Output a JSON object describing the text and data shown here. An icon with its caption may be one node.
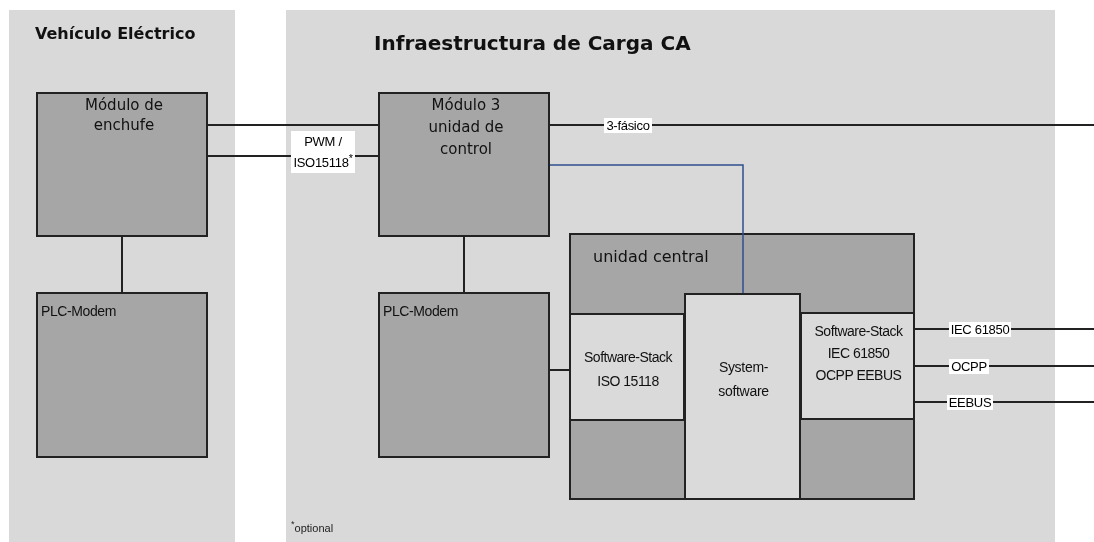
{
  "diagram": {
    "nodes": [
      {
        "text": [
          "Vehículo Eléctrico"
        ]
      },
      {
        "text": [
          "Módulo de enchufe"
        ],
        "in": 0
      },
      {
        "text": [
          "PLC-Modem"
        ],
        "in": 0
      },
      {
        "text": [
          "Infraestructura de Carga CA"
        ]
      },
      {
        "text": [
          "Módulo 3 unidad de control"
        ],
        "in": 3
      },
      {
        "text": [
          "PLC-Modem"
        ],
        "in": 3
      },
      {
        "text": [
          "unidad central"
        ],
        "in": 3
      },
      {
        "text": [
          "Software-Stack ISO 15118"
        ],
        "in": 6
      },
      {
        "text": [
          "System-software"
        ],
        "in": 6
      },
      {
        "text": [
          "Software-Stack IEC 61850 OCPP EEBUS"
        ],
        "in": 6
      }
    ],
    "edges": [
      {
        "from": 1,
        "to": 4,
        "arrow": "none"
      },
      {
        "from": 1,
        "to": 4,
        "arrow": "none",
        "label": "PWM / ISO15118$^{*}$"
      },
      {
        "from": 1,
        "to": 2,
        "arrow": "none"
      },
      {
        "from": 4,
        "to": 5,
        "arrow": "none"
      },
      {
        "from": 4,
        "to": null,
        "arrow": "none",
        "label": "3-fásico"
      },
      {
        "from": 4,
        "to": 8,
        "arrow": "none",
        "color": "#2f4f8f"
      },
      {
        "from": 5,
        "to": 7,
        "arrow": "none"
      },
      {
        "from": 9,
        "to": null,
        "arrow": "none",
        "label": "IEC 61850"
      },
      {
        "from": 9,
        "to": null,
        "arrow": "none",
        "label": "OCPP"
      },
      {
        "from": 9,
        "to": null,
        "arrow": "none",
        "label": "EEBUS"
      }
    ],
    "labels": [
      "$^{*}$optional"
    ]
  }
}
